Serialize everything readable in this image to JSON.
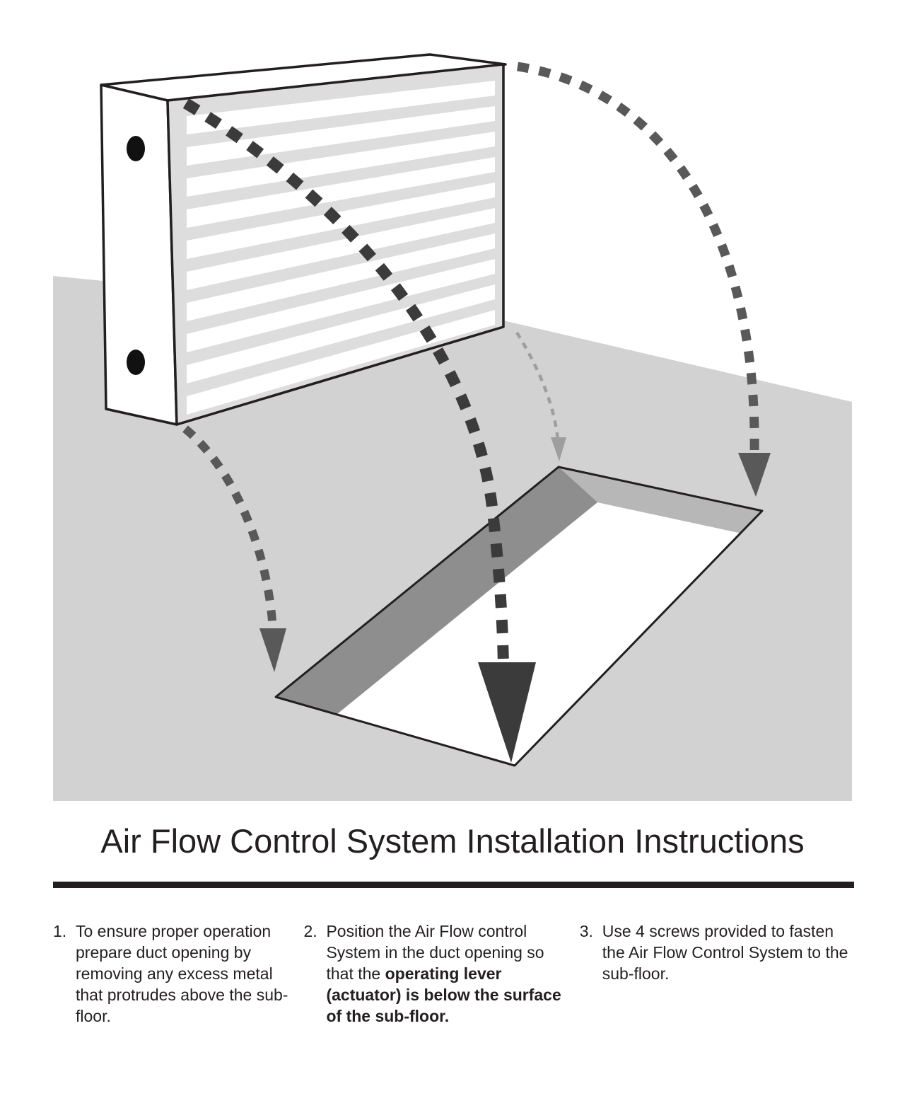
{
  "title": "Air Flow Control System Installation Instructions",
  "instructions": [
    {
      "number": "1.",
      "text": "To ensure proper operation prepare duct opening by removing any excess metal that protrudes above the sub-floor."
    },
    {
      "number": "2.",
      "text_before": "Position the Air Flow control System in the duct opening so that the ",
      "text_bold": "operating lever (actuator) is below the surface of the sub-floor."
    },
    {
      "number": "3.",
      "text": "Use 4 screws provided to fasten the Air Flow Control System to the sub-floor."
    }
  ],
  "diagram": {
    "colors": {
      "floor": "#d2d2d2",
      "unit_face": "#dddddd",
      "unit_side": "#ffffff",
      "slat": "#ffffff",
      "outline": "#231f20",
      "screw_hole": "#111111",
      "opening_left_wall": "#8e8e8e",
      "opening_far_wall": "#b7b7b7",
      "opening_floor": "#ffffff",
      "arrow": "#595959",
      "arrow_dark": "#3b3b3b",
      "arrow_light": "#9e9e9e"
    }
  }
}
